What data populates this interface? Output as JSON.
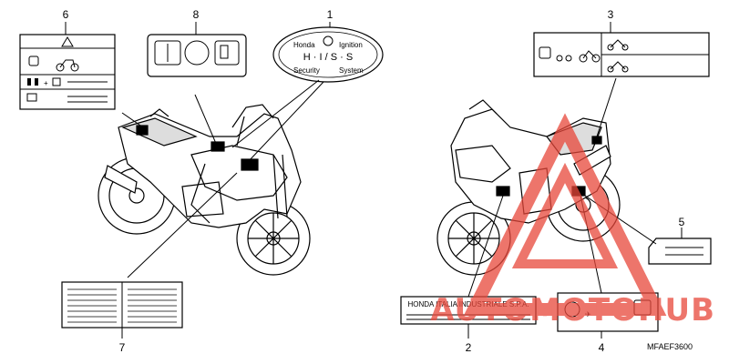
{
  "callouts": {
    "c1": "1",
    "c2": "2",
    "c3": "3",
    "c4": "4",
    "c5": "5",
    "c6": "6",
    "c7": "7",
    "c8": "8"
  },
  "label1": {
    "line1_left": "Honda",
    "line1_right": "Ignition",
    "center": "H · I / S · S",
    "line2_left": "Security",
    "line2_right": "System"
  },
  "label2": {
    "text": "HONDA ITALIA INDUSTRIALE S.P.A."
  },
  "diagram_code": "MFAEF3600",
  "watermark": {
    "text": "AUTOMOTOHUB",
    "color": "#e8473a"
  }
}
